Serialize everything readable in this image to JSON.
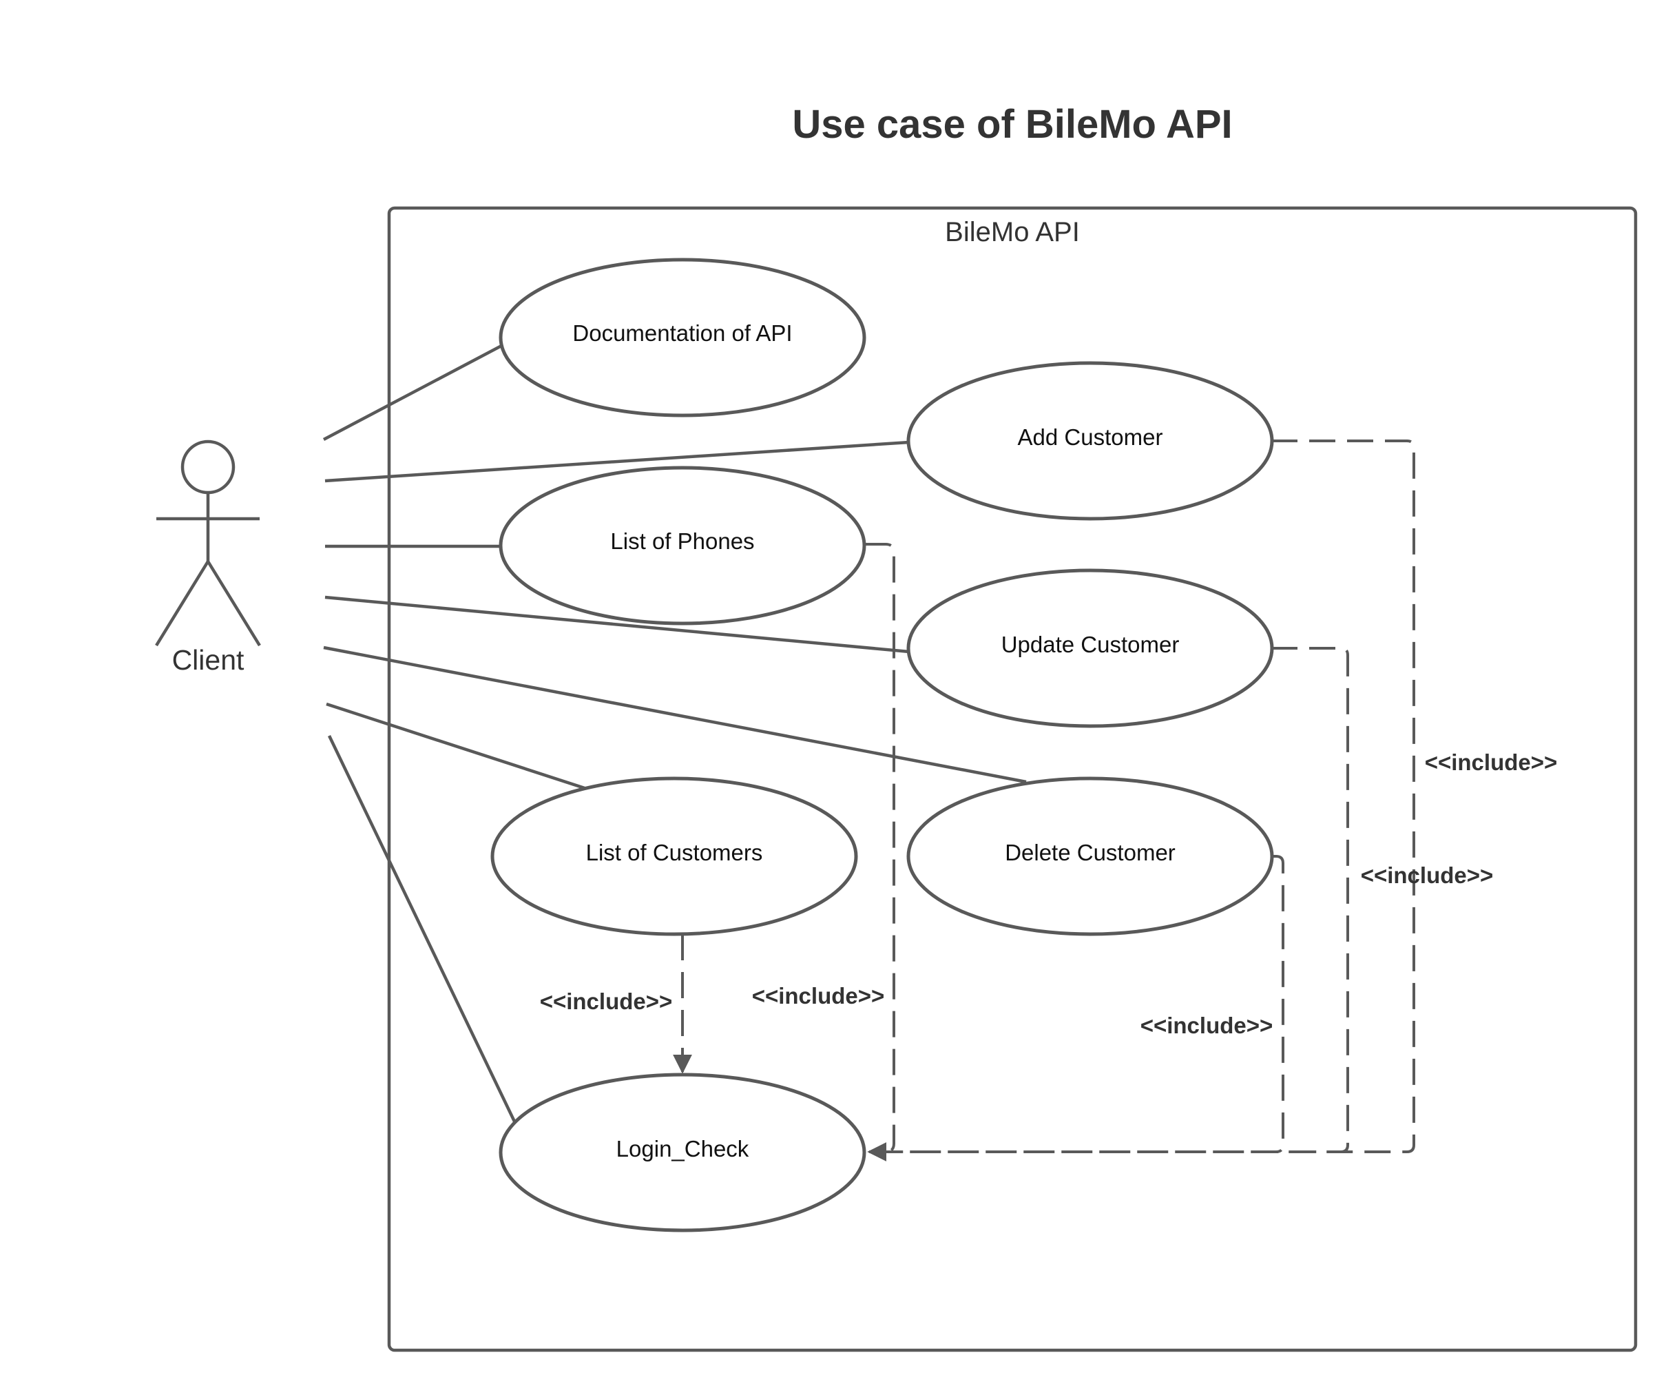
{
  "title": "Use case of BileMo API",
  "system": {
    "name": "BileMo API"
  },
  "actor": {
    "name": "Client"
  },
  "use_cases": {
    "documentation": "Documentation of API",
    "add_customer": "Add Customer",
    "list_phones": "List of Phones",
    "update_customer": "Update Customer",
    "list_customers": "List of Customers",
    "delete_customer": "Delete Customer",
    "login_check": "Login_Check"
  },
  "relations": {
    "include_add_customer": "<<include>>",
    "include_update_customer": "<<include>>",
    "include_list_customers": "<<include>>",
    "include_list_phones": "<<include>>",
    "include_delete_customer": "<<include>>"
  },
  "colors": {
    "line": "#595959",
    "text": "#333333"
  }
}
